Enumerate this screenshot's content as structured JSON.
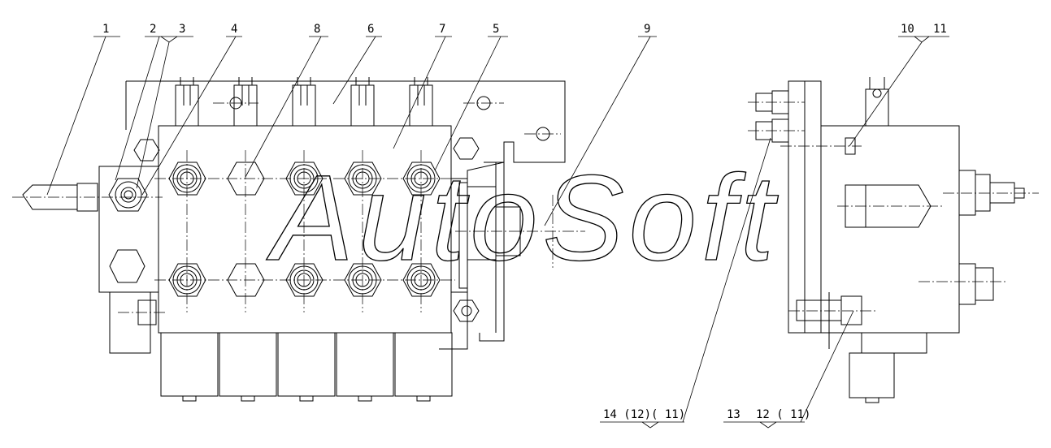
{
  "watermark": "AutoSoft",
  "callouts": {
    "c1": "1",
    "c2": "2",
    "c3": "3",
    "c4": "4",
    "c8": "8",
    "c6": "6",
    "c7": "7",
    "c5": "5",
    "c9": "9",
    "c10": "10",
    "c11": "11",
    "c14": "14 (12)( 11)",
    "c13": "13",
    "c12": "12 ( 11)"
  }
}
